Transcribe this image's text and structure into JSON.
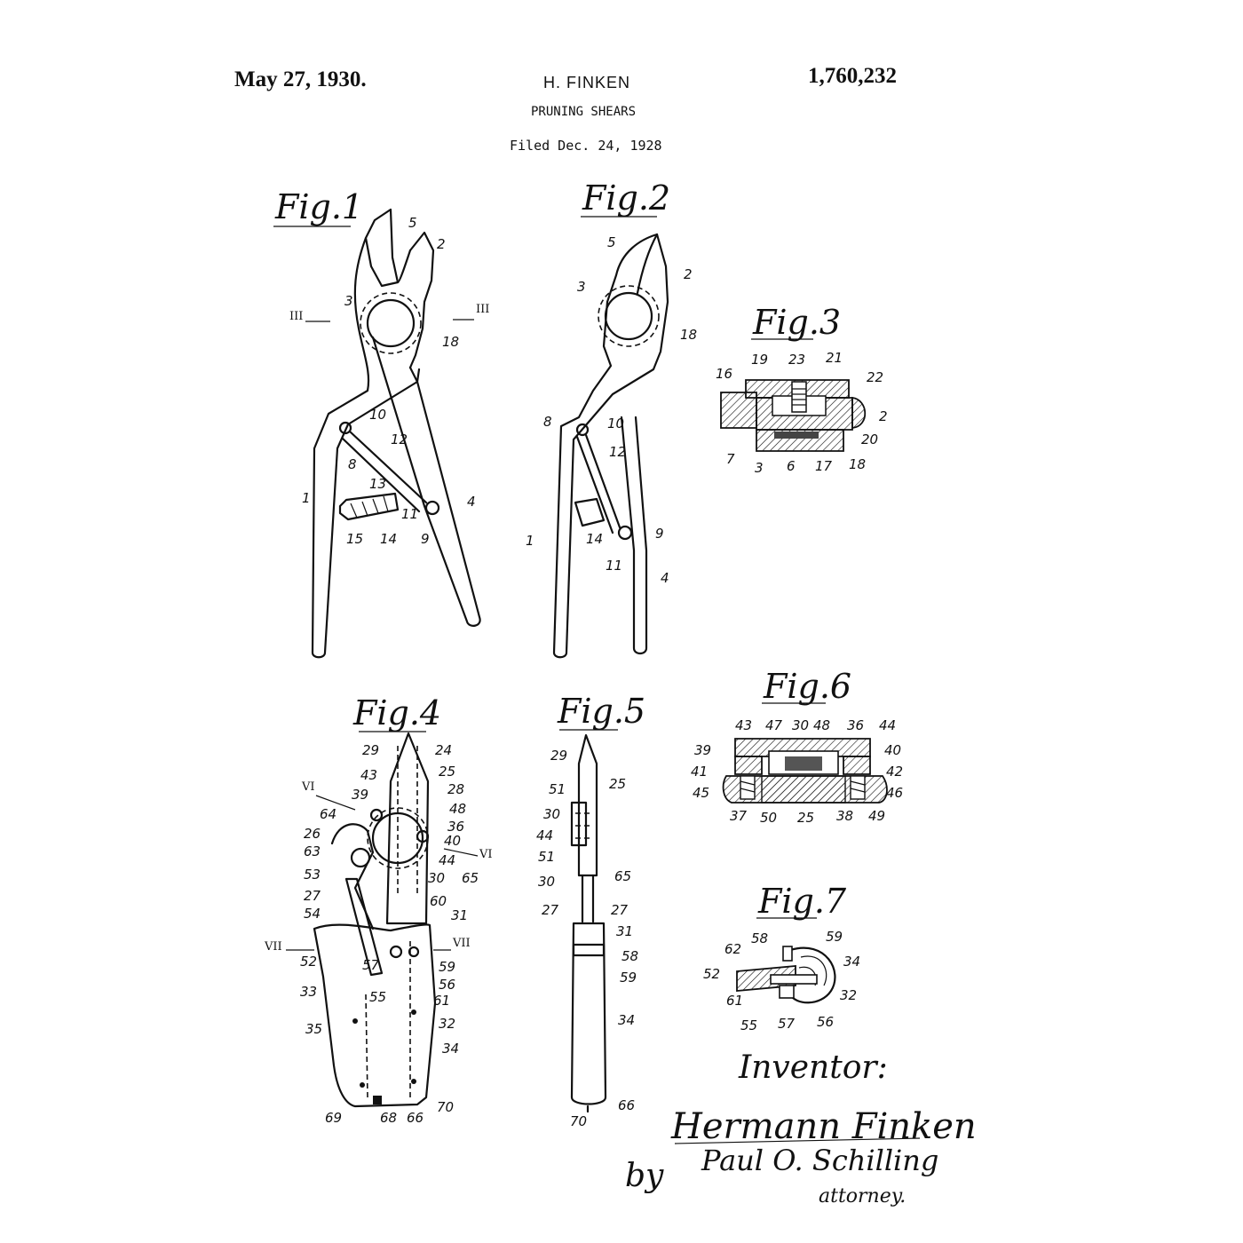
{
  "header": {
    "date": "May 27, 1930.",
    "inventor": "H. FINKEN",
    "patent_number": "1,760,232",
    "title": "PRUNING SHEARS",
    "filed": "Filed Dec. 24, 1928"
  },
  "figures": {
    "fig1": "Fig.1",
    "fig2": "Fig.2",
    "fig3": "Fig.3",
    "fig4": "Fig.4",
    "fig5": "Fig.5",
    "fig6": "Fig.6",
    "fig7": "Fig.7"
  },
  "refs": {
    "fig1": [
      "5",
      "2",
      "3",
      "18",
      "10",
      "12",
      "8",
      "13",
      "1",
      "14",
      "15",
      "11",
      "9",
      "4"
    ],
    "fig1_sections": [
      "III",
      "III"
    ],
    "fig2": [
      "5",
      "2",
      "3",
      "18",
      "8",
      "10",
      "12",
      "14",
      "1",
      "9",
      "11",
      "4"
    ],
    "fig3": [
      "19",
      "23",
      "21",
      "22",
      "16",
      "2",
      "20",
      "7",
      "3",
      "6",
      "17",
      "18"
    ],
    "fig4": [
      "29",
      "24",
      "25",
      "28",
      "43",
      "39",
      "48",
      "36",
      "40",
      "44",
      "64",
      "26",
      "63",
      "53",
      "27",
      "54",
      "30",
      "65",
      "60",
      "31",
      "52",
      "57",
      "59",
      "56",
      "55",
      "61",
      "33",
      "32",
      "35",
      "34",
      "69",
      "68",
      "66",
      "70"
    ],
    "fig4_sections": [
      "VI",
      "VI",
      "VII",
      "VII"
    ],
    "fig5": [
      "29",
      "25",
      "51",
      "30",
      "44",
      "51",
      "30",
      "65",
      "27",
      "27",
      "31",
      "58",
      "59",
      "34",
      "66",
      "70"
    ],
    "fig6": [
      "43",
      "47",
      "30",
      "48",
      "36",
      "44",
      "39",
      "40",
      "41",
      "42",
      "45",
      "46",
      "37",
      "50",
      "25",
      "38",
      "49"
    ],
    "fig7": [
      "58",
      "59",
      "62",
      "34",
      "52",
      "32",
      "61",
      "55",
      "57",
      "56"
    ]
  },
  "signature": {
    "inventor_label": "Inventor:",
    "inventor_name": "Hermann Finken",
    "by": "by",
    "attorney_signature": "Paul O. Schilling",
    "attorney_label": "attorney."
  }
}
